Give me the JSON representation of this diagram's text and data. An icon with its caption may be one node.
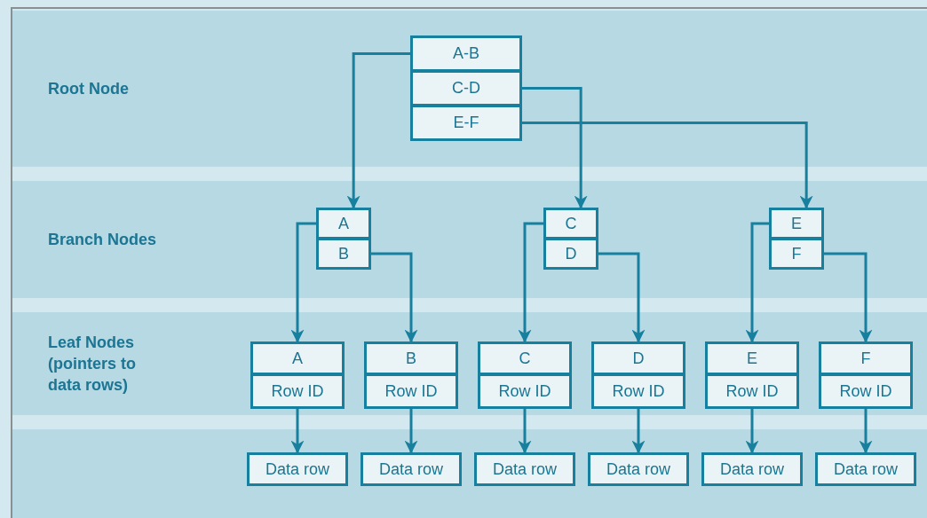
{
  "diagram": {
    "nodes": [
      {
        "text": [
          "Root Node"
        ]
      },
      {
        "text": [
          "Branch Nodes"
        ]
      },
      {
        "text": [
          "Leaf Nodes (pointers to data rows)"
        ]
      },
      {
        "text": [],
        "shape": "bar"
      },
      {
        "text": [
          "A-B"
        ],
        "in": 0
      },
      {
        "text": [
          "C-D"
        ],
        "in": 0
      },
      {
        "text": [
          "E-F"
        ],
        "in": 0
      },
      {
        "text": [
          "A"
        ],
        "in": 1
      },
      {
        "text": [
          "B"
        ],
        "in": 1
      },
      {
        "text": [
          "C"
        ],
        "in": 1
      },
      {
        "text": [
          "D"
        ],
        "in": 1
      },
      {
        "text": [
          "E"
        ],
        "in": 1
      },
      {
        "text": [
          "F"
        ],
        "in": 1
      },
      {
        "text": [
          "A"
        ],
        "in": 2
      },
      {
        "text": [
          "Row ID"
        ],
        "in": 2
      },
      {
        "text": [
          "B"
        ],
        "in": 2
      },
      {
        "text": [
          "Row ID"
        ],
        "in": 2
      },
      {
        "text": [
          "C"
        ],
        "in": 2
      },
      {
        "text": [
          "Row ID"
        ],
        "in": 2
      },
      {
        "text": [
          "D"
        ],
        "in": 2
      },
      {
        "text": [
          "Row ID"
        ],
        "in": 2
      },
      {
        "text": [
          "E"
        ],
        "in": 2
      },
      {
        "text": [
          "Row ID"
        ],
        "in": 2
      },
      {
        "text": [
          "F"
        ],
        "in": 2
      },
      {
        "text": [
          "Row ID"
        ],
        "in": 2
      },
      {
        "text": [
          "Data row"
        ],
        "in": 3
      },
      {
        "text": [
          "Data row"
        ],
        "in": 3
      },
      {
        "text": [
          "Data row"
        ],
        "in": 3
      },
      {
        "text": [
          "Data row"
        ],
        "in": 3
      },
      {
        "text": [
          "Data row"
        ],
        "in": 3
      },
      {
        "text": [
          "Data row"
        ],
        "in": 3
      }
    ],
    "edges": [
      {
        "from": 4,
        "to": 7,
        "arrow": "to"
      },
      {
        "from": 5,
        "to": 9,
        "arrow": "to"
      },
      {
        "from": 6,
        "to": 11,
        "arrow": "to"
      },
      {
        "from": 7,
        "to": 13,
        "arrow": "to"
      },
      {
        "from": 8,
        "to": 15,
        "arrow": "to"
      },
      {
        "from": 9,
        "to": 17,
        "arrow": "to"
      },
      {
        "from": 10,
        "to": 19,
        "arrow": "to"
      },
      {
        "from": 11,
        "to": 21,
        "arrow": "to"
      },
      {
        "from": 12,
        "to": 23,
        "arrow": "to"
      },
      {
        "from": 14,
        "to": 25,
        "arrow": "to"
      },
      {
        "from": 16,
        "to": 26,
        "arrow": "to"
      },
      {
        "from": 18,
        "to": 27,
        "arrow": "to"
      },
      {
        "from": 20,
        "to": 28,
        "arrow": "to"
      },
      {
        "from": 22,
        "to": 29,
        "arrow": "to"
      },
      {
        "from": 24,
        "to": 30,
        "arrow": "to"
      }
    ]
  }
}
